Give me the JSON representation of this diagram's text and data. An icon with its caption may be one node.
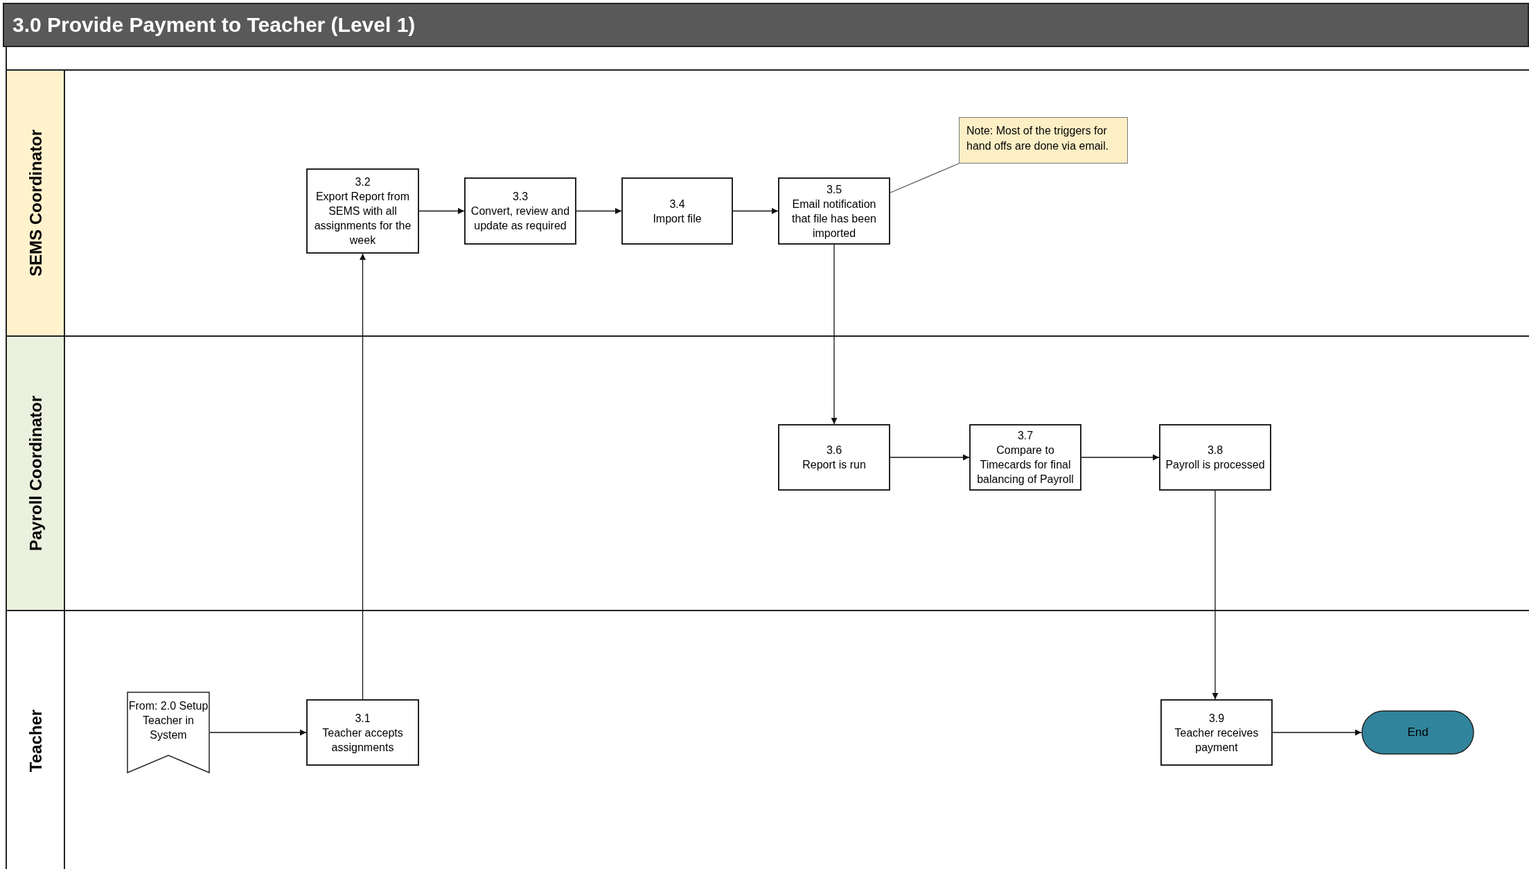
{
  "diagram": {
    "title": "3.0 Provide Payment to Teacher (Level 1)",
    "nodes": [
      {
        "text": [
          "SEMS Coordinator"
        ]
      },
      {
        "text": [
          "3.2",
          "Export Report from SEMS with all assignments for the week"
        ],
        "in": 0
      },
      {
        "text": [
          "3.3",
          "Convert, review and update as required"
        ],
        "in": 0
      },
      {
        "text": [
          "3.4",
          "Import file"
        ],
        "in": 0
      },
      {
        "text": [
          "3.5",
          "Email notification that file has been imported"
        ],
        "in": 0
      },
      {
        "text": [
          "Note: Most of the triggers for hand offs are done via email."
        ],
        "in": 0
      },
      {
        "text": [
          "Payroll Coordinator"
        ]
      },
      {
        "text": [
          "3.6",
          "Report is run"
        ],
        "in": 6
      },
      {
        "text": [
          "3.7",
          "Compare to Timecards for final balancing of Payroll"
        ],
        "in": 6
      },
      {
        "text": [
          "3.8",
          "Payroll is processed"
        ],
        "in": 6
      },
      {
        "text": [
          "Teacher"
        ]
      },
      {
        "text": [
          "From: 2.0 Setup Teacher in System"
        ],
        "in": 10
      },
      {
        "text": [
          "3.1",
          "Teacher accepts assignments"
        ],
        "in": 10
      },
      {
        "text": [
          "3.9",
          "Teacher receives payment"
        ],
        "in": 10
      },
      {
        "text": [
          "End"
        ],
        "in": 10
      }
    ],
    "edges": [
      {
        "from": 11,
        "to": 12,
        "arrow": "to"
      },
      {
        "from": 12,
        "to": 1,
        "arrow": "to"
      },
      {
        "from": 1,
        "to": 2,
        "arrow": "to"
      },
      {
        "from": 2,
        "to": 3,
        "arrow": "to"
      },
      {
        "from": 3,
        "to": 4,
        "arrow": "to"
      },
      {
        "from": 4,
        "to": 5,
        "arrow": "none"
      },
      {
        "from": 4,
        "to": 7,
        "arrow": "to"
      },
      {
        "from": 7,
        "to": 8,
        "arrow": "to"
      },
      {
        "from": 8,
        "to": 9,
        "arrow": "to"
      },
      {
        "from": 9,
        "to": 13,
        "arrow": "to"
      },
      {
        "from": 13,
        "to": 14,
        "arrow": "to"
      }
    ]
  }
}
